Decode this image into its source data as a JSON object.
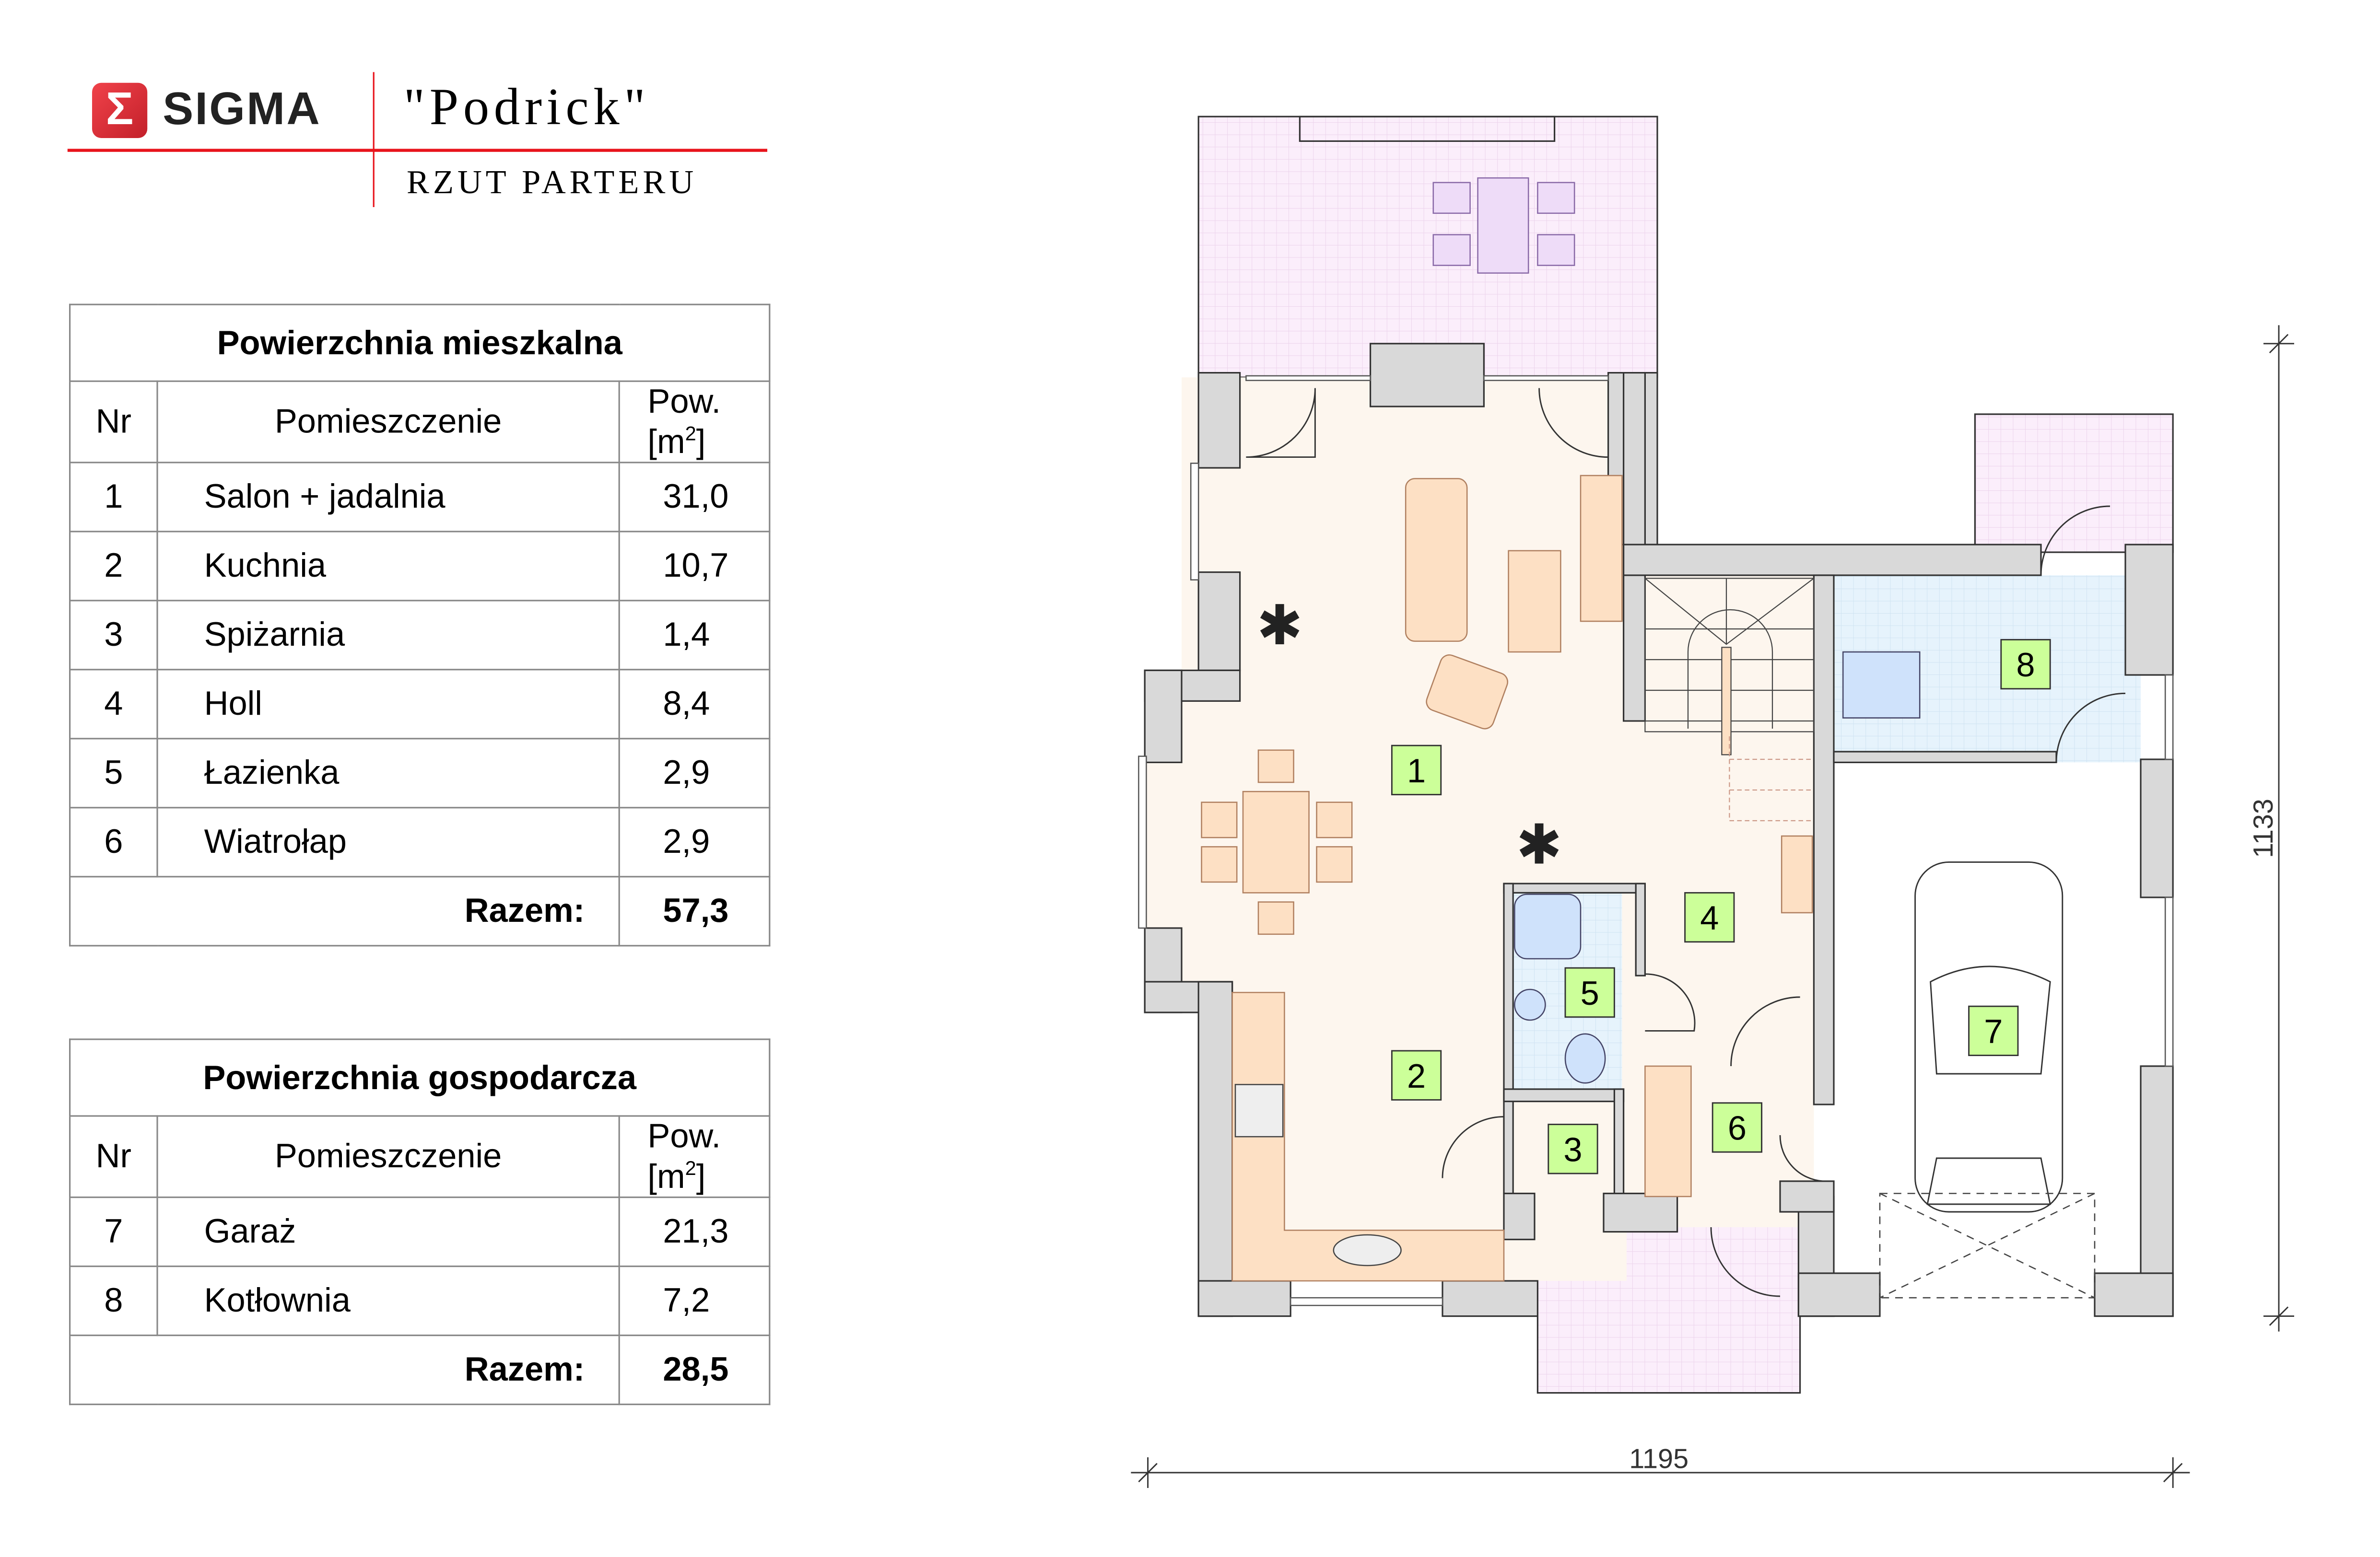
{
  "header": {
    "brand": "SIGMA",
    "logo_symbol": "Σ",
    "project_name": "\"Podrick\"",
    "drawing_title": "RZUT PARTERU"
  },
  "tables": {
    "living": {
      "caption": "Powierzchnia mieszkalna",
      "col_nr": "Nr",
      "col_room": "Pomieszczenie",
      "col_area_prefix": "Pow. [m",
      "col_area_sup": "2",
      "col_area_suffix": "]",
      "rows": [
        {
          "nr": "1",
          "name": "Salon + jadalnia",
          "area": "31,0"
        },
        {
          "nr": "2",
          "name": "Kuchnia",
          "area": "10,7"
        },
        {
          "nr": "3",
          "name": "Spiżarnia",
          "area": "1,4"
        },
        {
          "nr": "4",
          "name": "Holl",
          "area": "8,4"
        },
        {
          "nr": "5",
          "name": "Łazienka",
          "area": "2,9"
        },
        {
          "nr": "6",
          "name": "Wiatrołap",
          "area": "2,9"
        }
      ],
      "total_label": "Razem:",
      "total": "57,3"
    },
    "utility": {
      "caption": "Powierzchnia gospodarcza",
      "col_nr": "Nr",
      "col_room": "Pomieszczenie",
      "col_area_prefix": "Pow. [m",
      "col_area_sup": "2",
      "col_area_suffix": "]",
      "rows": [
        {
          "nr": "7",
          "name": "Garaż",
          "area": "21,3"
        },
        {
          "nr": "8",
          "name": "Kotłownia",
          "area": "7,2"
        }
      ],
      "total_label": "Razem:",
      "total": "28,5"
    }
  },
  "plan": {
    "room_labels": [
      "1",
      "2",
      "3",
      "4",
      "5",
      "6",
      "7",
      "8"
    ],
    "dimension_width": "1195",
    "dimension_depth": "1133"
  },
  "colors": {
    "brand_red": "#e8141c",
    "living_floor": "#fdf6ee",
    "terrace": "#fbeefb",
    "utility_floor": "#e6f3fc",
    "wall": "#d9d9d9",
    "label_box": "#ccff99",
    "furniture": "#fde0c4"
  }
}
